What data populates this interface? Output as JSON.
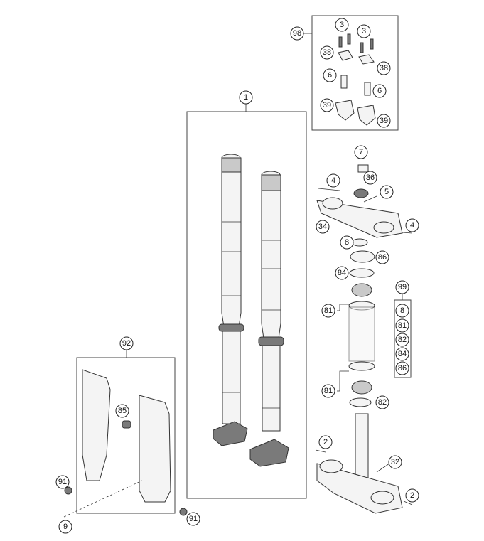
{
  "callouts": {
    "c98": "98",
    "c3a": "3",
    "c3b": "3",
    "c38a": "38",
    "c38b": "38",
    "c6a": "6",
    "c6b": "6",
    "c39a": "39",
    "c39b": "39",
    "c1": "1",
    "c7": "7",
    "c36": "36",
    "c4a": "4",
    "c5": "5",
    "c34": "34",
    "c4b": "4",
    "c8": "8",
    "c86": "86",
    "c84": "84",
    "c99": "99",
    "c81a": "81",
    "k8": "8",
    "k81": "81",
    "k82": "82",
    "k84": "84",
    "k86": "86",
    "c81b": "81",
    "c82": "82",
    "c92": "92",
    "c85": "85",
    "c2a": "2",
    "c32": "32",
    "c2b": "2",
    "c91a": "91",
    "c91b": "91",
    "c9": "9"
  },
  "colors": {
    "line": "#333333",
    "fill": "#f4f4f4",
    "dark": "#7a7a7a"
  }
}
